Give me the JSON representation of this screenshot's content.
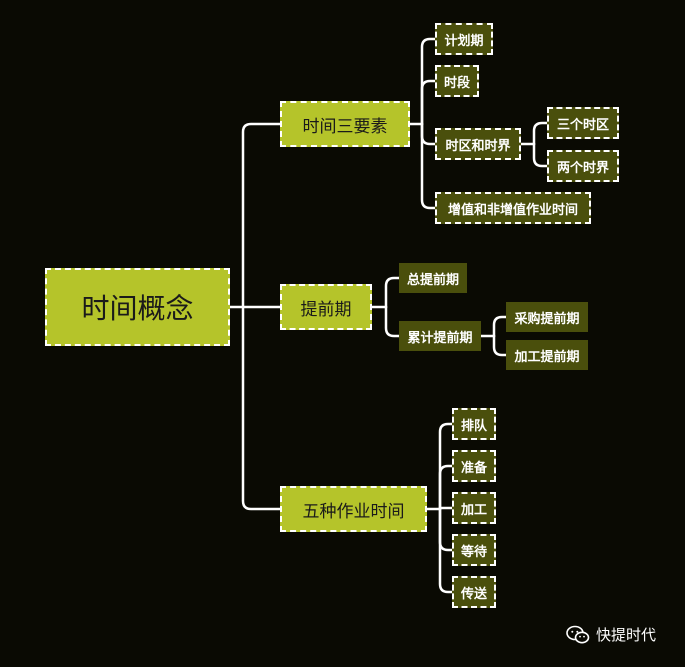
{
  "colors": {
    "background": "#0a0a03",
    "level1": "#b5c42a",
    "level2": "#4a4f0c",
    "line": "#ffffff"
  },
  "root": "时间概念",
  "branches": [
    {
      "label": "时间三要素",
      "children": [
        {
          "label": "计划期"
        },
        {
          "label": "时段"
        },
        {
          "label": "时区和时界",
          "children": [
            {
              "label": "三个时区"
            },
            {
              "label": "两个时界"
            }
          ]
        },
        {
          "label": "增值和非增值作业时间"
        }
      ]
    },
    {
      "label": "提前期",
      "children": [
        {
          "label": "总提前期"
        },
        {
          "label": "累计提前期",
          "children": [
            {
              "label": "采购提前期"
            },
            {
              "label": "加工提前期"
            }
          ]
        }
      ]
    },
    {
      "label": "五种作业时间",
      "children": [
        {
          "label": "排队"
        },
        {
          "label": "准备"
        },
        {
          "label": "加工"
        },
        {
          "label": "等待"
        },
        {
          "label": "传送"
        }
      ]
    }
  ],
  "watermark": {
    "icon": "wechat-icon",
    "text": "快提时代"
  }
}
